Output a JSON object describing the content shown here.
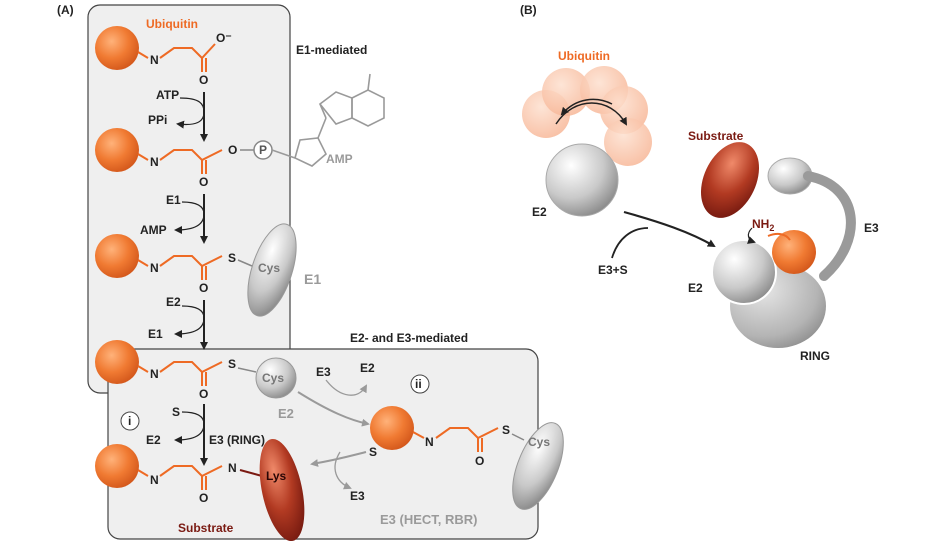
{
  "panelA": {
    "label": "(A)",
    "ubiquitin": "Ubiquitin",
    "e1_mediated": "E1-mediated",
    "o_minus": "O⁻",
    "o": "O",
    "n": "N",
    "s": "S",
    "p": "P",
    "atp": "ATP",
    "ppi": "PPi",
    "amp": "AMP",
    "e1": "E1",
    "e2": "E2",
    "cys": "Cys",
    "lys": "Lys",
    "e3_ring": "E3 (RING)",
    "e3": "E3",
    "e2_e3_mediated": "E2- and E3-mediated",
    "e3_hect_rbr": "E3 (HECT, RBR)",
    "substrate": "Substrate",
    "route_i": "i",
    "route_ii": "ii"
  },
  "panelB": {
    "label": "(B)",
    "ubiquitin": "Ubiquitin",
    "substrate": "Substrate",
    "nh2": "NH",
    "nh2_sub": "2",
    "e2": "E2",
    "e3": "E3",
    "e3s": "E3+S",
    "ring": "RING"
  },
  "colors": {
    "ubiquitin_orange": "#ee6a24",
    "substrate_dark_red": "#7a1a12",
    "panel_grey": "#eeeeee"
  }
}
